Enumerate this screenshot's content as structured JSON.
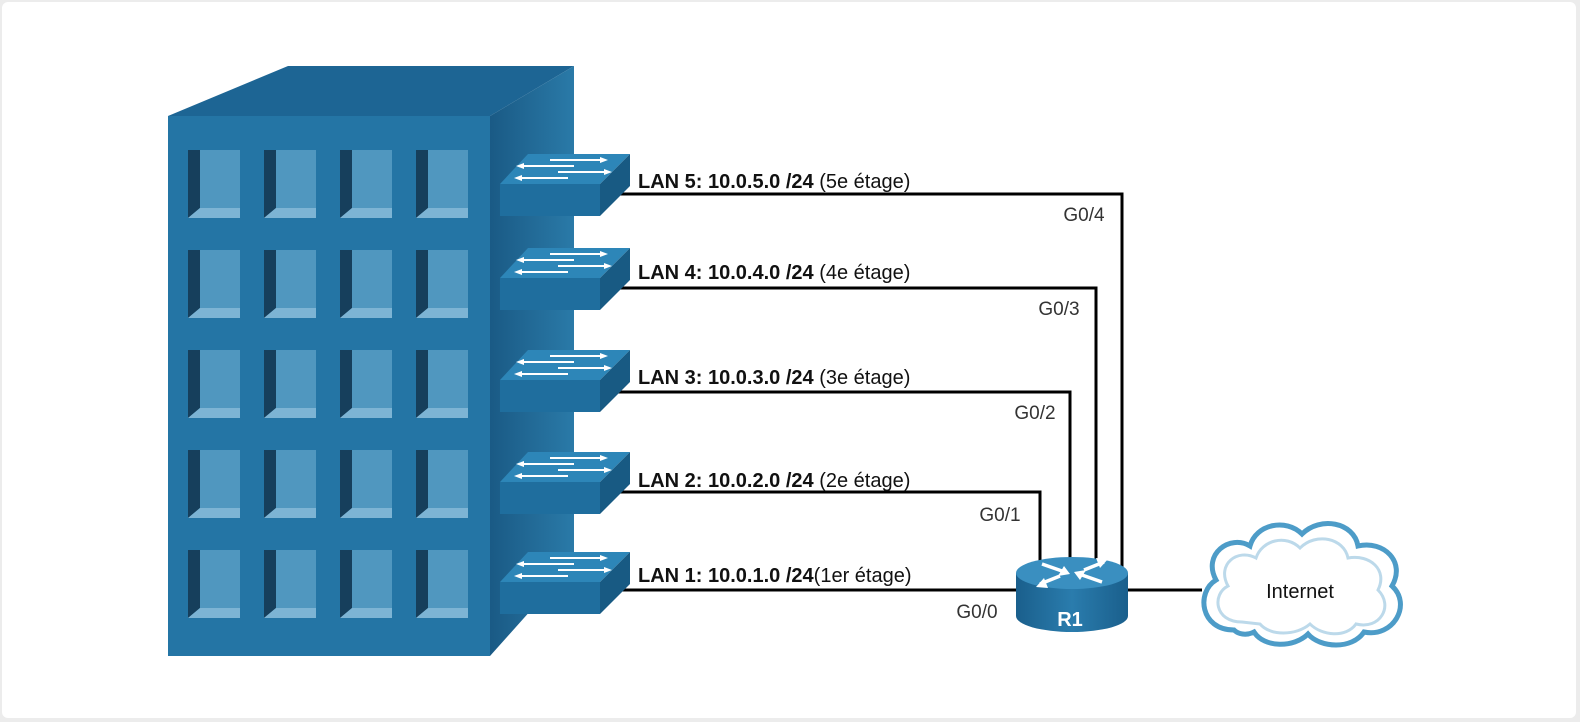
{
  "colors": {
    "building_front": "#2475a5",
    "building_top": "#1d6594",
    "building_side": "#1a5b86",
    "window": "#5097bf",
    "switch_top": "#2d86b8",
    "switch_front": "#1f6e9e",
    "link": "#000000",
    "cloud_stroke": "#4d9cc8"
  },
  "lans": [
    {
      "label": "LAN 5: 10.0.5.0 /24",
      "floor": " (5e étage)",
      "port": "G0/4"
    },
    {
      "label": "LAN 4: 10.0.4.0 /24",
      "floor": " (4e étage)",
      "port": "G0/3"
    },
    {
      "label": "LAN 3: 10.0.3.0 /24",
      "floor": " (3e étage)",
      "port": "G0/2"
    },
    {
      "label": "LAN 2: 10.0.2.0 /24",
      "floor": " (2e étage)",
      "port": "G0/1"
    },
    {
      "label": "LAN 1: 10.0.1.0 /24",
      "floor": "(1er étage)",
      "port": "G0/0"
    }
  ],
  "router": {
    "name": "R1"
  },
  "cloud": {
    "label": "Internet"
  }
}
